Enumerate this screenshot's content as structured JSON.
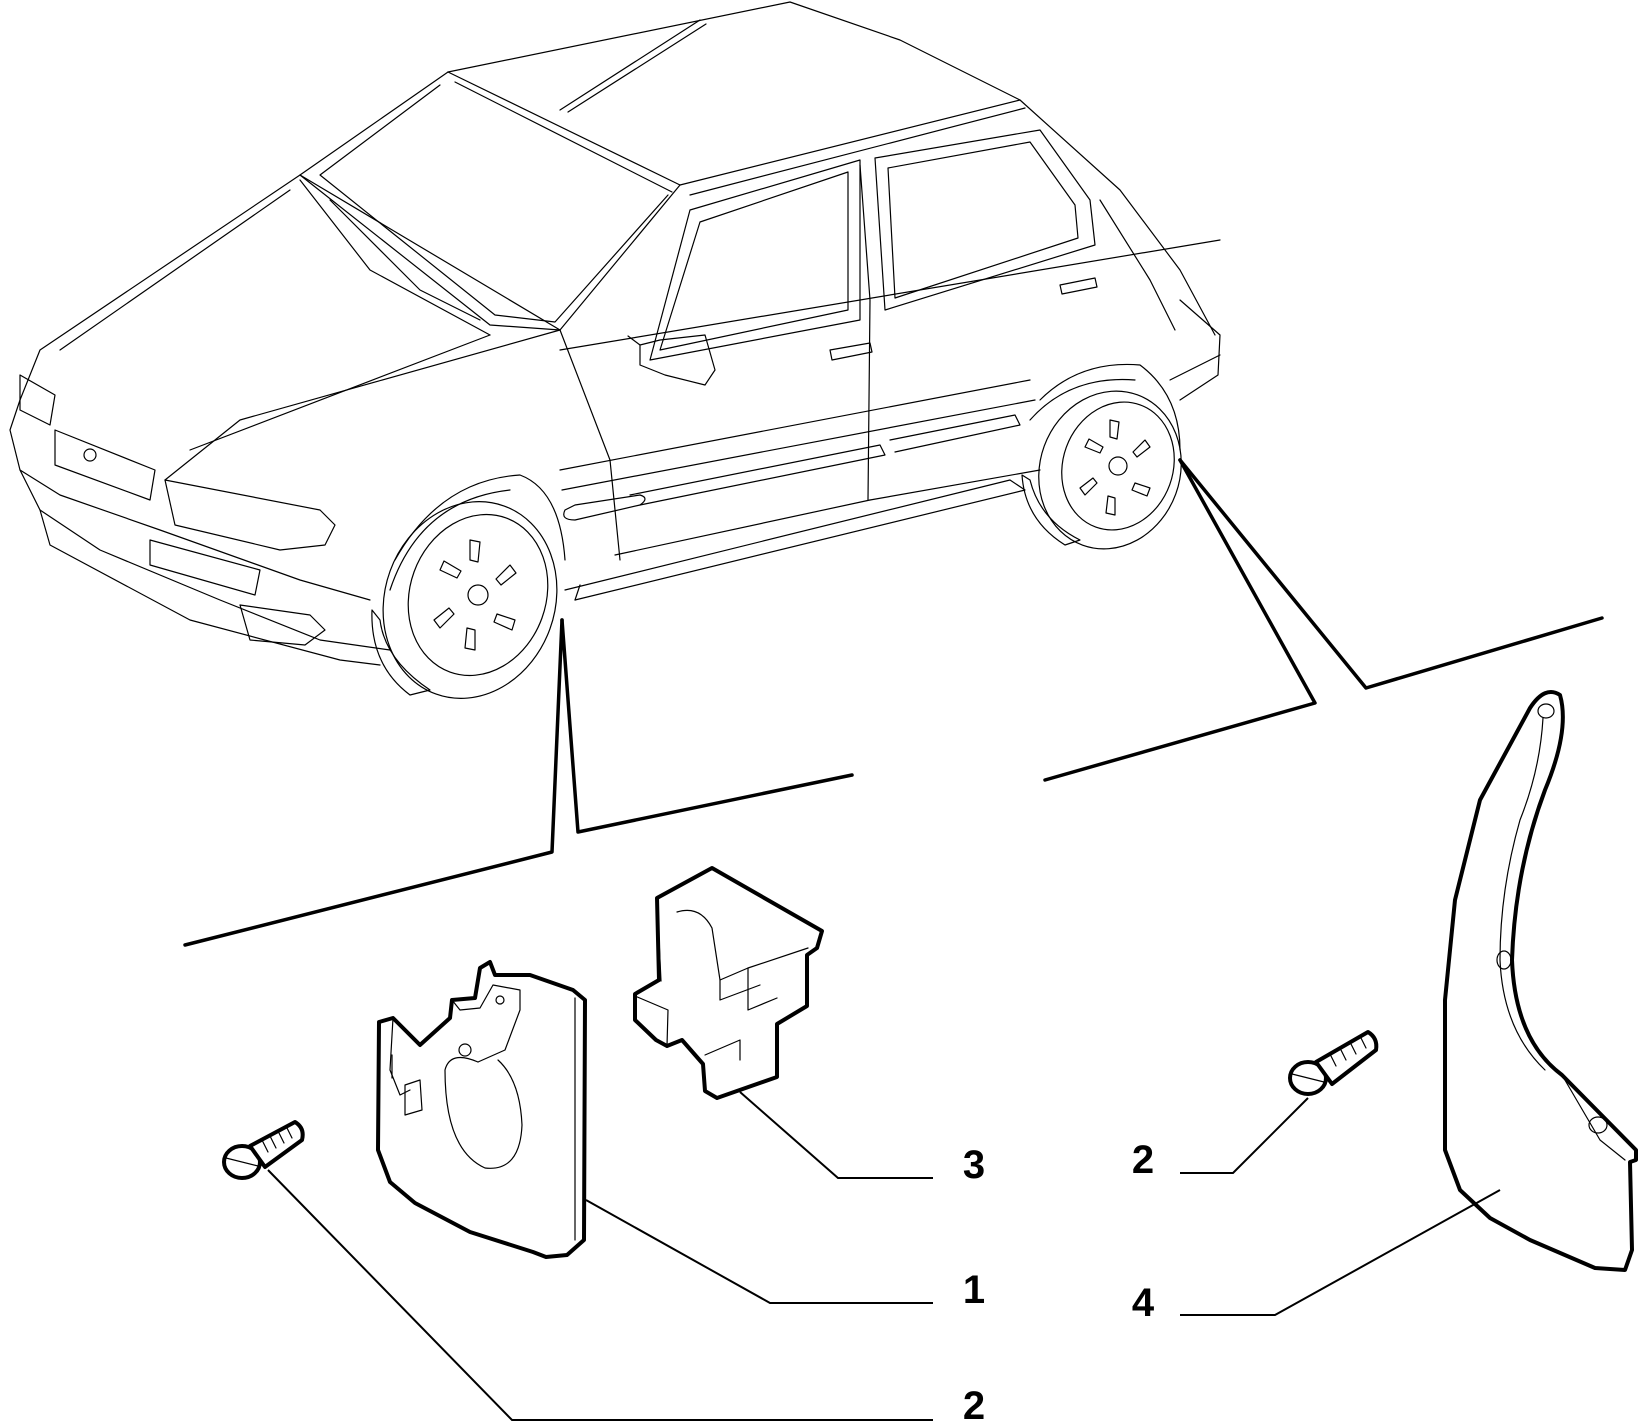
{
  "diagram": {
    "callouts": [
      {
        "id": "c1",
        "label": "3",
        "part": "bracket"
      },
      {
        "id": "c2",
        "label": "2",
        "part": "screw-rear"
      },
      {
        "id": "c3",
        "label": "1",
        "part": "front-mudflap"
      },
      {
        "id": "c4",
        "label": "4",
        "part": "rear-mudflap"
      },
      {
        "id": "c5",
        "label": "2",
        "part": "screw-front"
      }
    ],
    "colors": {
      "line": "#000000",
      "background": "#ffffff"
    }
  }
}
